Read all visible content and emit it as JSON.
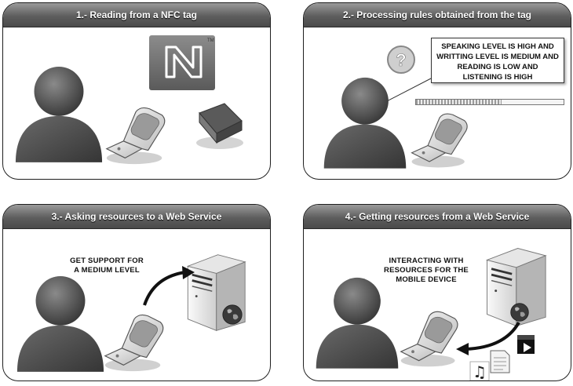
{
  "panels": [
    {
      "title": "1.- Reading from a NFC tag"
    },
    {
      "title": "2.- Processing rules obtained from the tag",
      "rule_text": "SPEAKING LEVEL IS HIGH AND WRITTING LEVEL IS MEDIUM AND READING IS LOW AND LISTENING IS HIGH",
      "progress": 0.58
    },
    {
      "title": "3.- Asking resources to a Web Service",
      "caption": "GET SUPPORT FOR A MEDIUM LEVEL"
    },
    {
      "title": "4.- Getting resources from a Web Service",
      "caption": "INTERACTING WITH RESOURCES FOR THE MOBILE DEVICE"
    }
  ],
  "icons": [
    "person-icon",
    "mobile-phone-icon",
    "nfc-logo-icon",
    "book-icon",
    "question-mark-icon",
    "server-icon",
    "globe-icon",
    "music-note-icon",
    "document-icon",
    "video-icon",
    "arrow-icon"
  ],
  "colors": {
    "header": "#5e5e5e",
    "border": "#1e1e1e",
    "person": "#4a4a4a"
  }
}
